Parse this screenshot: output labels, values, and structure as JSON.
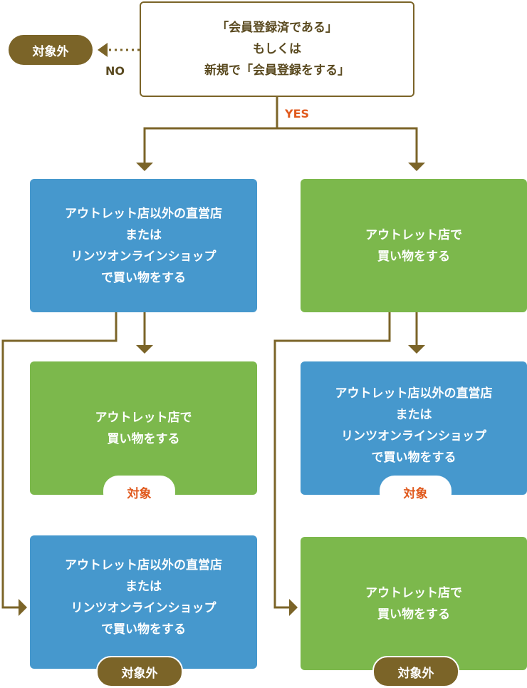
{
  "start": {
    "lines": [
      "「会員登録済である」",
      "もしくは",
      "新規で「会員登録をする」"
    ]
  },
  "labels": {
    "no": "NO",
    "yes": "YES"
  },
  "pills": {
    "top_out": "対象外",
    "mid_left_in": "対象",
    "mid_right_in": "対象",
    "bottom_left_out": "対象外",
    "bottom_right_out": "対象外"
  },
  "boxes": {
    "left_top": [
      "アウトレット店以外の直営店",
      "または",
      "リンツオンラインショップ",
      "で買い物をする"
    ],
    "right_top": [
      "アウトレット店で",
      "買い物をする"
    ],
    "left_mid": [
      "アウトレット店で",
      "買い物をする"
    ],
    "right_mid": [
      "アウトレット店以外の直営店",
      "または",
      "リンツオンラインショップ",
      "で買い物をする"
    ],
    "left_bot": [
      "アウトレット店以外の直営店",
      "または",
      "リンツオンラインショップ",
      "で買い物をする"
    ],
    "right_bot": [
      "アウトレット店で",
      "買い物をする"
    ]
  },
  "colors": {
    "brown": "#7b6428",
    "blue": "#4698cd",
    "green": "#7cb84c",
    "accent_orange": "#e05a1e"
  }
}
